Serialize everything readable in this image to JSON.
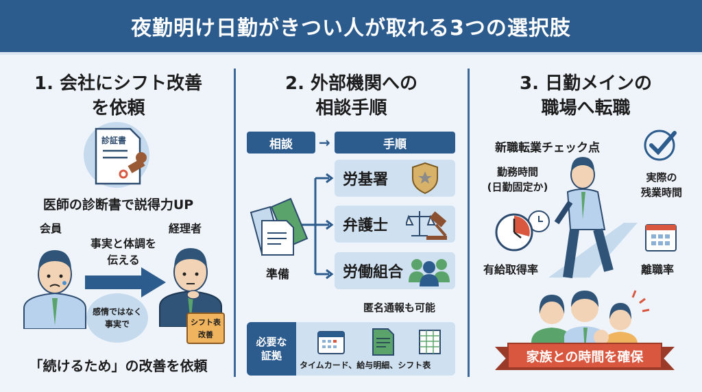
{
  "header": {
    "title": "夜勤明け日勤がきつい人が取れる3つの選択肢"
  },
  "col1": {
    "title_line1": "1. 会社にシフト改善",
    "title_line2": "を依頼",
    "certificate_label": "診証書",
    "doctor_note": "医師の診断書で説得力UP",
    "member_label": "会員",
    "manager_label": "経理者",
    "arrow_text_line1": "事実と体調を",
    "arrow_text_line2": "伝える",
    "bubble_line1": "感情ではなく",
    "bubble_line2": "事実で",
    "folder_line1": "シフト表",
    "folder_line2": "改善",
    "footer": "「続けるため」の改善を依頼"
  },
  "col2": {
    "title_line1": "2. 外部機関への",
    "title_line2": "相談手順",
    "flow_left": "相談",
    "flow_right": "手順",
    "prep_label": "準備",
    "badge_text": "労基署",
    "items": [
      {
        "label": "労基署",
        "icon": "police-badge-icon"
      },
      {
        "label": "弁護士",
        "icon": "scales-gavel-icon"
      },
      {
        "label": "労働組合",
        "icon": "group-icon"
      }
    ],
    "anonymous_note": "匿名通報も可能",
    "evidence_label_line1": "必要な",
    "evidence_label_line2": "証拠",
    "evidence_items": "タイムカード、給与明細、シフト表"
  },
  "col3": {
    "title_line1": "3. 日勤メインの",
    "title_line2": "職場へ転職",
    "checkpoint_title": "新職転業チェック点",
    "point1_line1": "勤務時間",
    "point1_line2": "(日勤固定か)",
    "point2_line1": "実際の",
    "point2_line2": "残業時間",
    "point3": "有給取得率",
    "point4": "離職率",
    "banner": "家族との時間を確保"
  },
  "colors": {
    "header": "#2c5b8e",
    "background": "#eef4fa",
    "accent_green": "#5aa36a",
    "accent_red": "#d9573e",
    "card": "#cfe0f0"
  }
}
